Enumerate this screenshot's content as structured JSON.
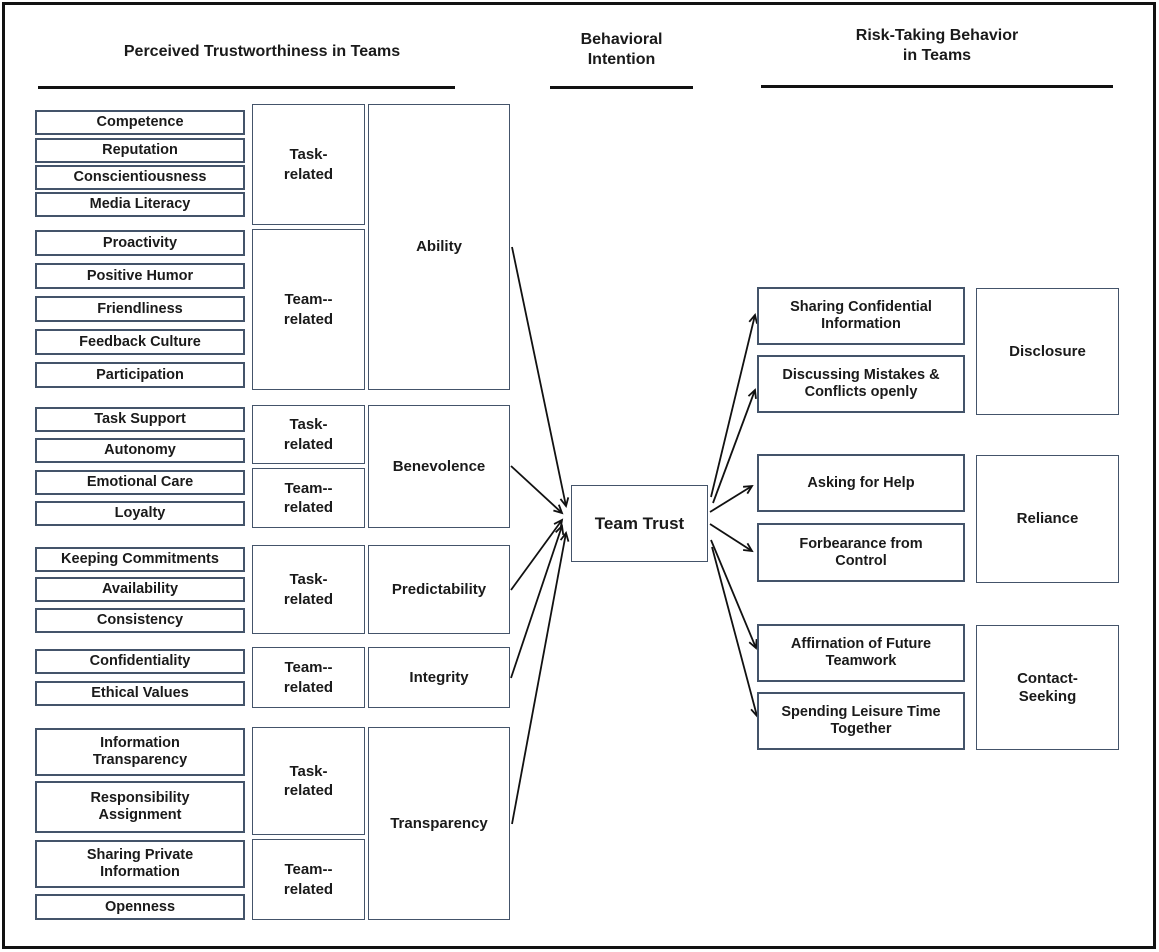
{
  "headers": {
    "left": "Perceived Trustworthiness in Teams",
    "middle": "Behavioral\nIntention",
    "right": "Risk-Taking Behavior\nin Teams"
  },
  "left": {
    "groups": [
      {
        "category": "Ability",
        "subs": [
          {
            "label": "Task-\nrelated",
            "items": [
              "Competence",
              "Reputation",
              "Conscientiousness",
              "Media Literacy"
            ]
          },
          {
            "label": "Team--\nrelated",
            "items": [
              "Proactivity",
              "Positive Humor",
              "Friendliness",
              "Feedback Culture",
              "Participation"
            ]
          }
        ]
      },
      {
        "category": "Benevolence",
        "subs": [
          {
            "label": "Task-\nrelated",
            "items": [
              "Task Support",
              "Autonomy"
            ]
          },
          {
            "label": "Team--\nrelated",
            "items": [
              "Emotional Care",
              "Loyalty"
            ]
          }
        ]
      },
      {
        "category": "Predictability",
        "subs": [
          {
            "label": "Task-\nrelated",
            "items": [
              "Keeping Commitments",
              "Availability",
              "Consistency"
            ]
          }
        ]
      },
      {
        "category": "Integrity",
        "subs": [
          {
            "label": "Team--\nrelated",
            "items": [
              "Confidentiality",
              "Ethical Values"
            ]
          }
        ]
      },
      {
        "category": "Transparency",
        "subs": [
          {
            "label": "Task-\nrelated",
            "items": [
              "Information\nTransparency",
              "Responsibility\nAssignment"
            ]
          },
          {
            "label": "Team--\nrelated",
            "items": [
              "Sharing Private\nInformation",
              "Openness"
            ]
          }
        ]
      }
    ]
  },
  "center": {
    "label": "Team Trust"
  },
  "right": {
    "groups": [
      {
        "category": "Disclosure",
        "items": [
          "Sharing Confidential\nInformation",
          "Discussing Mistakes &\nConflicts openly"
        ]
      },
      {
        "category": "Reliance",
        "items": [
          "Asking for Help",
          "Forbearance from\nControl"
        ]
      },
      {
        "category": "Contact-\nSeeking",
        "items": [
          "Affirnation of Future\nTeamwork",
          "Spending Leisure Time\nTogether"
        ]
      }
    ]
  },
  "colors": {
    "box_border": "#44546a",
    "line": "#111111",
    "text": "#1a1a1a"
  }
}
